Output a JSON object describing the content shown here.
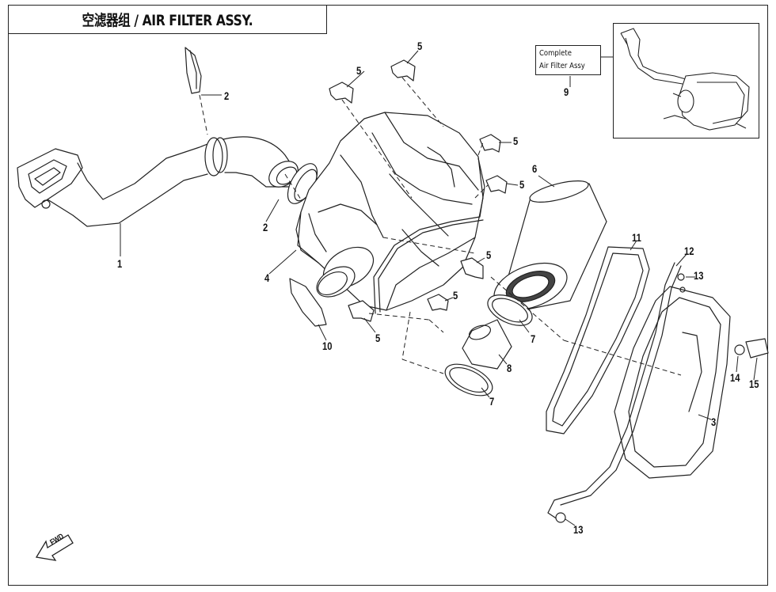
{
  "title": "空滤器组 / AIR FILTER ASSY.",
  "complete_label": {
    "line1": "Complete",
    "line2": "Air Filter Assy"
  },
  "callouts": {
    "p1": "1",
    "p2a": "2",
    "p2b": "2",
    "p3": "3",
    "p4": "4",
    "p5a": "5",
    "p5b": "5",
    "p5c": "5",
    "p5d": "5",
    "p5e": "5",
    "p5f": "5",
    "p5g": "5",
    "p6": "6",
    "p7a": "7",
    "p7b": "7",
    "p8": "8",
    "p9": "9",
    "p10": "10",
    "p11": "11",
    "p12": "12",
    "p13a": "13",
    "p13b": "13",
    "p14": "14",
    "p15": "15"
  },
  "fwd_label": "FWD"
}
